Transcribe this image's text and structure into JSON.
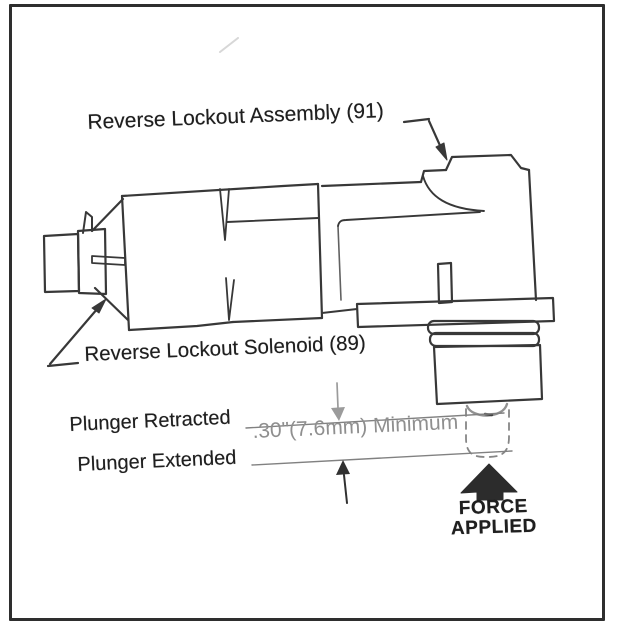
{
  "diagram": {
    "labels": {
      "assembly": "Reverse Lockout Assembly (91)",
      "solenoid": "Reverse Lockout Solenoid (89)",
      "plunger_retracted": "Plunger Retracted",
      "plunger_extended": "Plunger Extended",
      "gap_minimum": ".30\"(7.6mm) Minimum",
      "force_applied_line1": "FORCE",
      "force_applied_line2": "APPLIED"
    },
    "colors": {
      "ink": "#2a2a2a",
      "annotation_gray": "#8f8f8f",
      "gray_arrow": "#949494",
      "frame_border": "#2e2e2e",
      "paper": "#ffffff"
    }
  }
}
